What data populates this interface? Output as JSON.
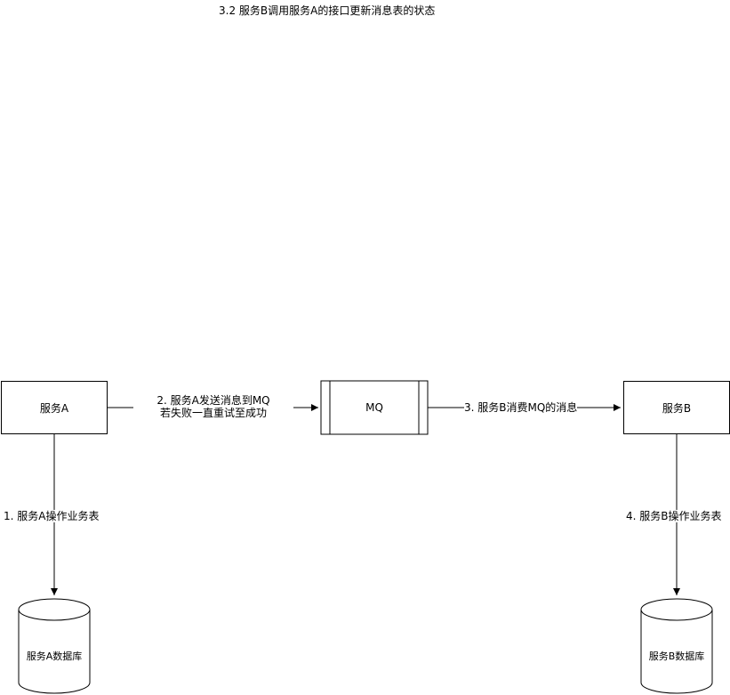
{
  "title": "3.2 服务B调用服务A的接口更新消息表的状态",
  "nodes": {
    "service_a": "服务A",
    "mq": "MQ",
    "service_b": "服务B",
    "db_a": "服务A数据库",
    "db_b": "服务B数据库"
  },
  "edges": {
    "a_to_db": "1. 服务A操作业务表",
    "a_to_mq_line1": "2. 服务A发送消息到MQ",
    "a_to_mq_line2": "若失败一直重试至成功",
    "mq_to_b": "3. 服务B消费MQ的消息",
    "b_to_db": "4. 服务B操作业务表"
  }
}
